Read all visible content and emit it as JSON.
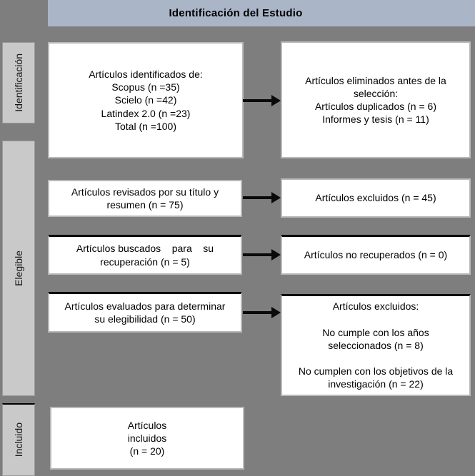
{
  "header": {
    "title": "Identificación del Estudio",
    "bg_color": "#aab5c7"
  },
  "colors": {
    "background": "#7e7e7e",
    "sidebar_fill": "#c9c9c9",
    "box_fill": "#ffffff",
    "box_border": "#b9b9b9",
    "accent_border": "#0a0a0a"
  },
  "sidebar": {
    "items": [
      {
        "label": "Identificación"
      },
      {
        "label": "Elegible"
      },
      {
        "label": "Incluido"
      }
    ]
  },
  "boxes": {
    "identified": {
      "text": "Artículos identificados de:\nScopus (n =35)\nScielo (n =42)\nLatindex 2.0 (n =23)\nTotal (n =100)"
    },
    "removed_before_screening": {
      "text": "Artículos eliminados antes de la\nselección:\nArtículos duplicados (n = 6)\nInformes y tesis (n = 11)"
    },
    "screened": {
      "text": "Artículos revisados por su título y\nresumen (n = 75)"
    },
    "excluded_screening": {
      "text": "Artículos excluidos (n = 45)"
    },
    "sought": {
      "text": "Artículos buscados    para    su\nrecuperación (n = 5)"
    },
    "not_retrieved": {
      "text": "Artículos no recuperados (n = 0)"
    },
    "assessed": {
      "text": "Artículos evaluados para determinar\nsu elegibilidad (n = 50)"
    },
    "excluded_eligibility": {
      "text": "Artículos excluidos:\n\nNo cumple con los años\nseleccionados (n = 8)\n\nNo cumplen con los objetivos de la\ninvestigación (n = 22)"
    },
    "included": {
      "text": "Artículos\nincluidos\n(n = 20)"
    }
  },
  "counts": {
    "scopus": 35,
    "scielo": 42,
    "latindex": 23,
    "total_identified": 100,
    "duplicates_removed": 6,
    "reports_theses_removed": 11,
    "screened": 75,
    "excluded_screening": 45,
    "sought": 5,
    "not_retrieved": 0,
    "assessed": 50,
    "excluded_years": 8,
    "excluded_objectives": 22,
    "included": 20
  }
}
